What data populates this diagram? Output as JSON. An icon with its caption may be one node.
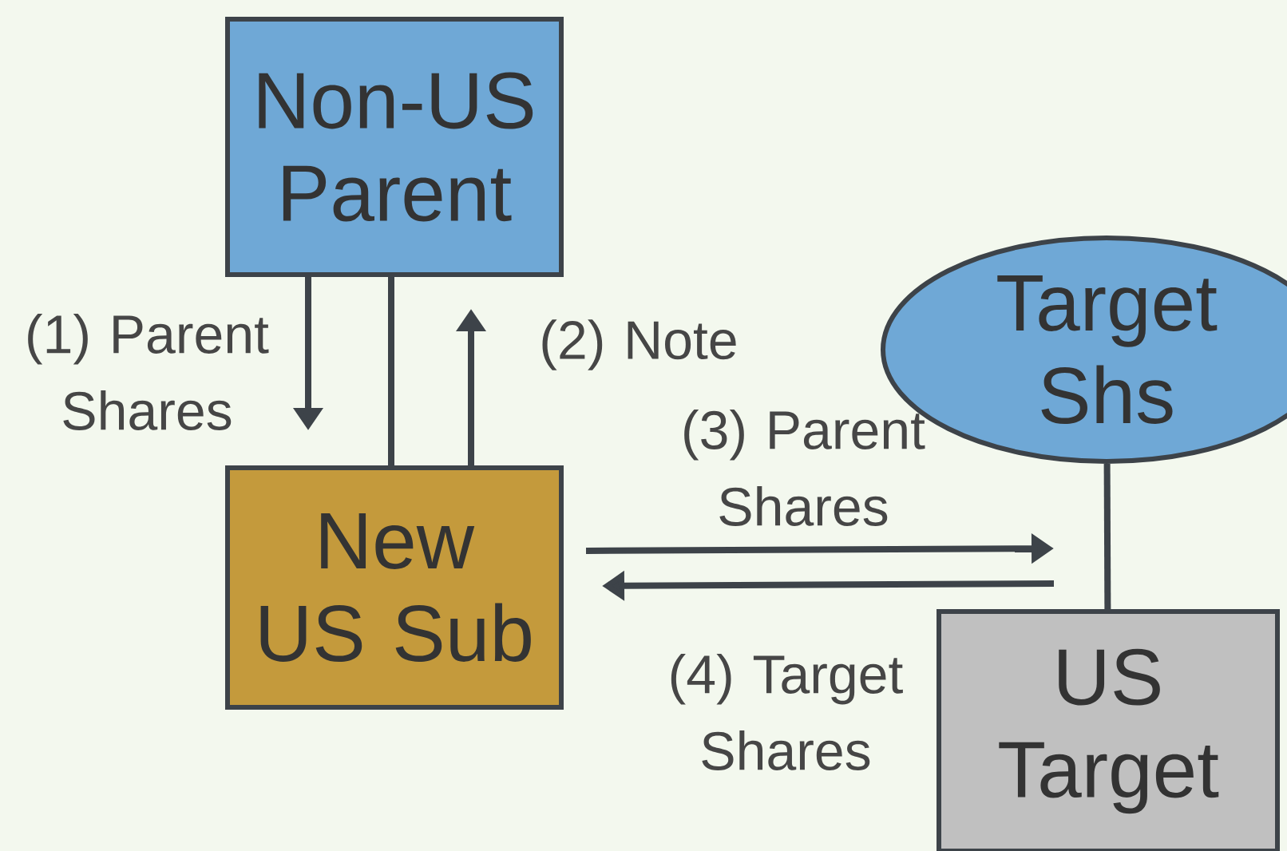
{
  "diagram": {
    "nodes": [
      {
        "text": [
          "Non-US Parent"
        ]
      },
      {
        "text": [
          "New US Sub"
        ]
      },
      {
        "text": [
          "Target Shs"
        ]
      },
      {
        "text": [
          "US Target"
        ]
      }
    ],
    "edges": [
      {
        "from": 0,
        "to": 1,
        "arrow": "to",
        "label": "(1) Parent Shares"
      },
      {
        "from": 0,
        "to": 1,
        "arrow": "none"
      },
      {
        "from": 1,
        "to": 0,
        "arrow": "to",
        "label": "(2) Note"
      },
      {
        "from": 1,
        "to": 3,
        "arrow": "to",
        "label": "(3) Parent Shares"
      },
      {
        "from": 3,
        "to": 1,
        "arrow": "to",
        "label": "(4) Target Shares"
      },
      {
        "from": 2,
        "to": 3,
        "arrow": "none"
      }
    ]
  }
}
